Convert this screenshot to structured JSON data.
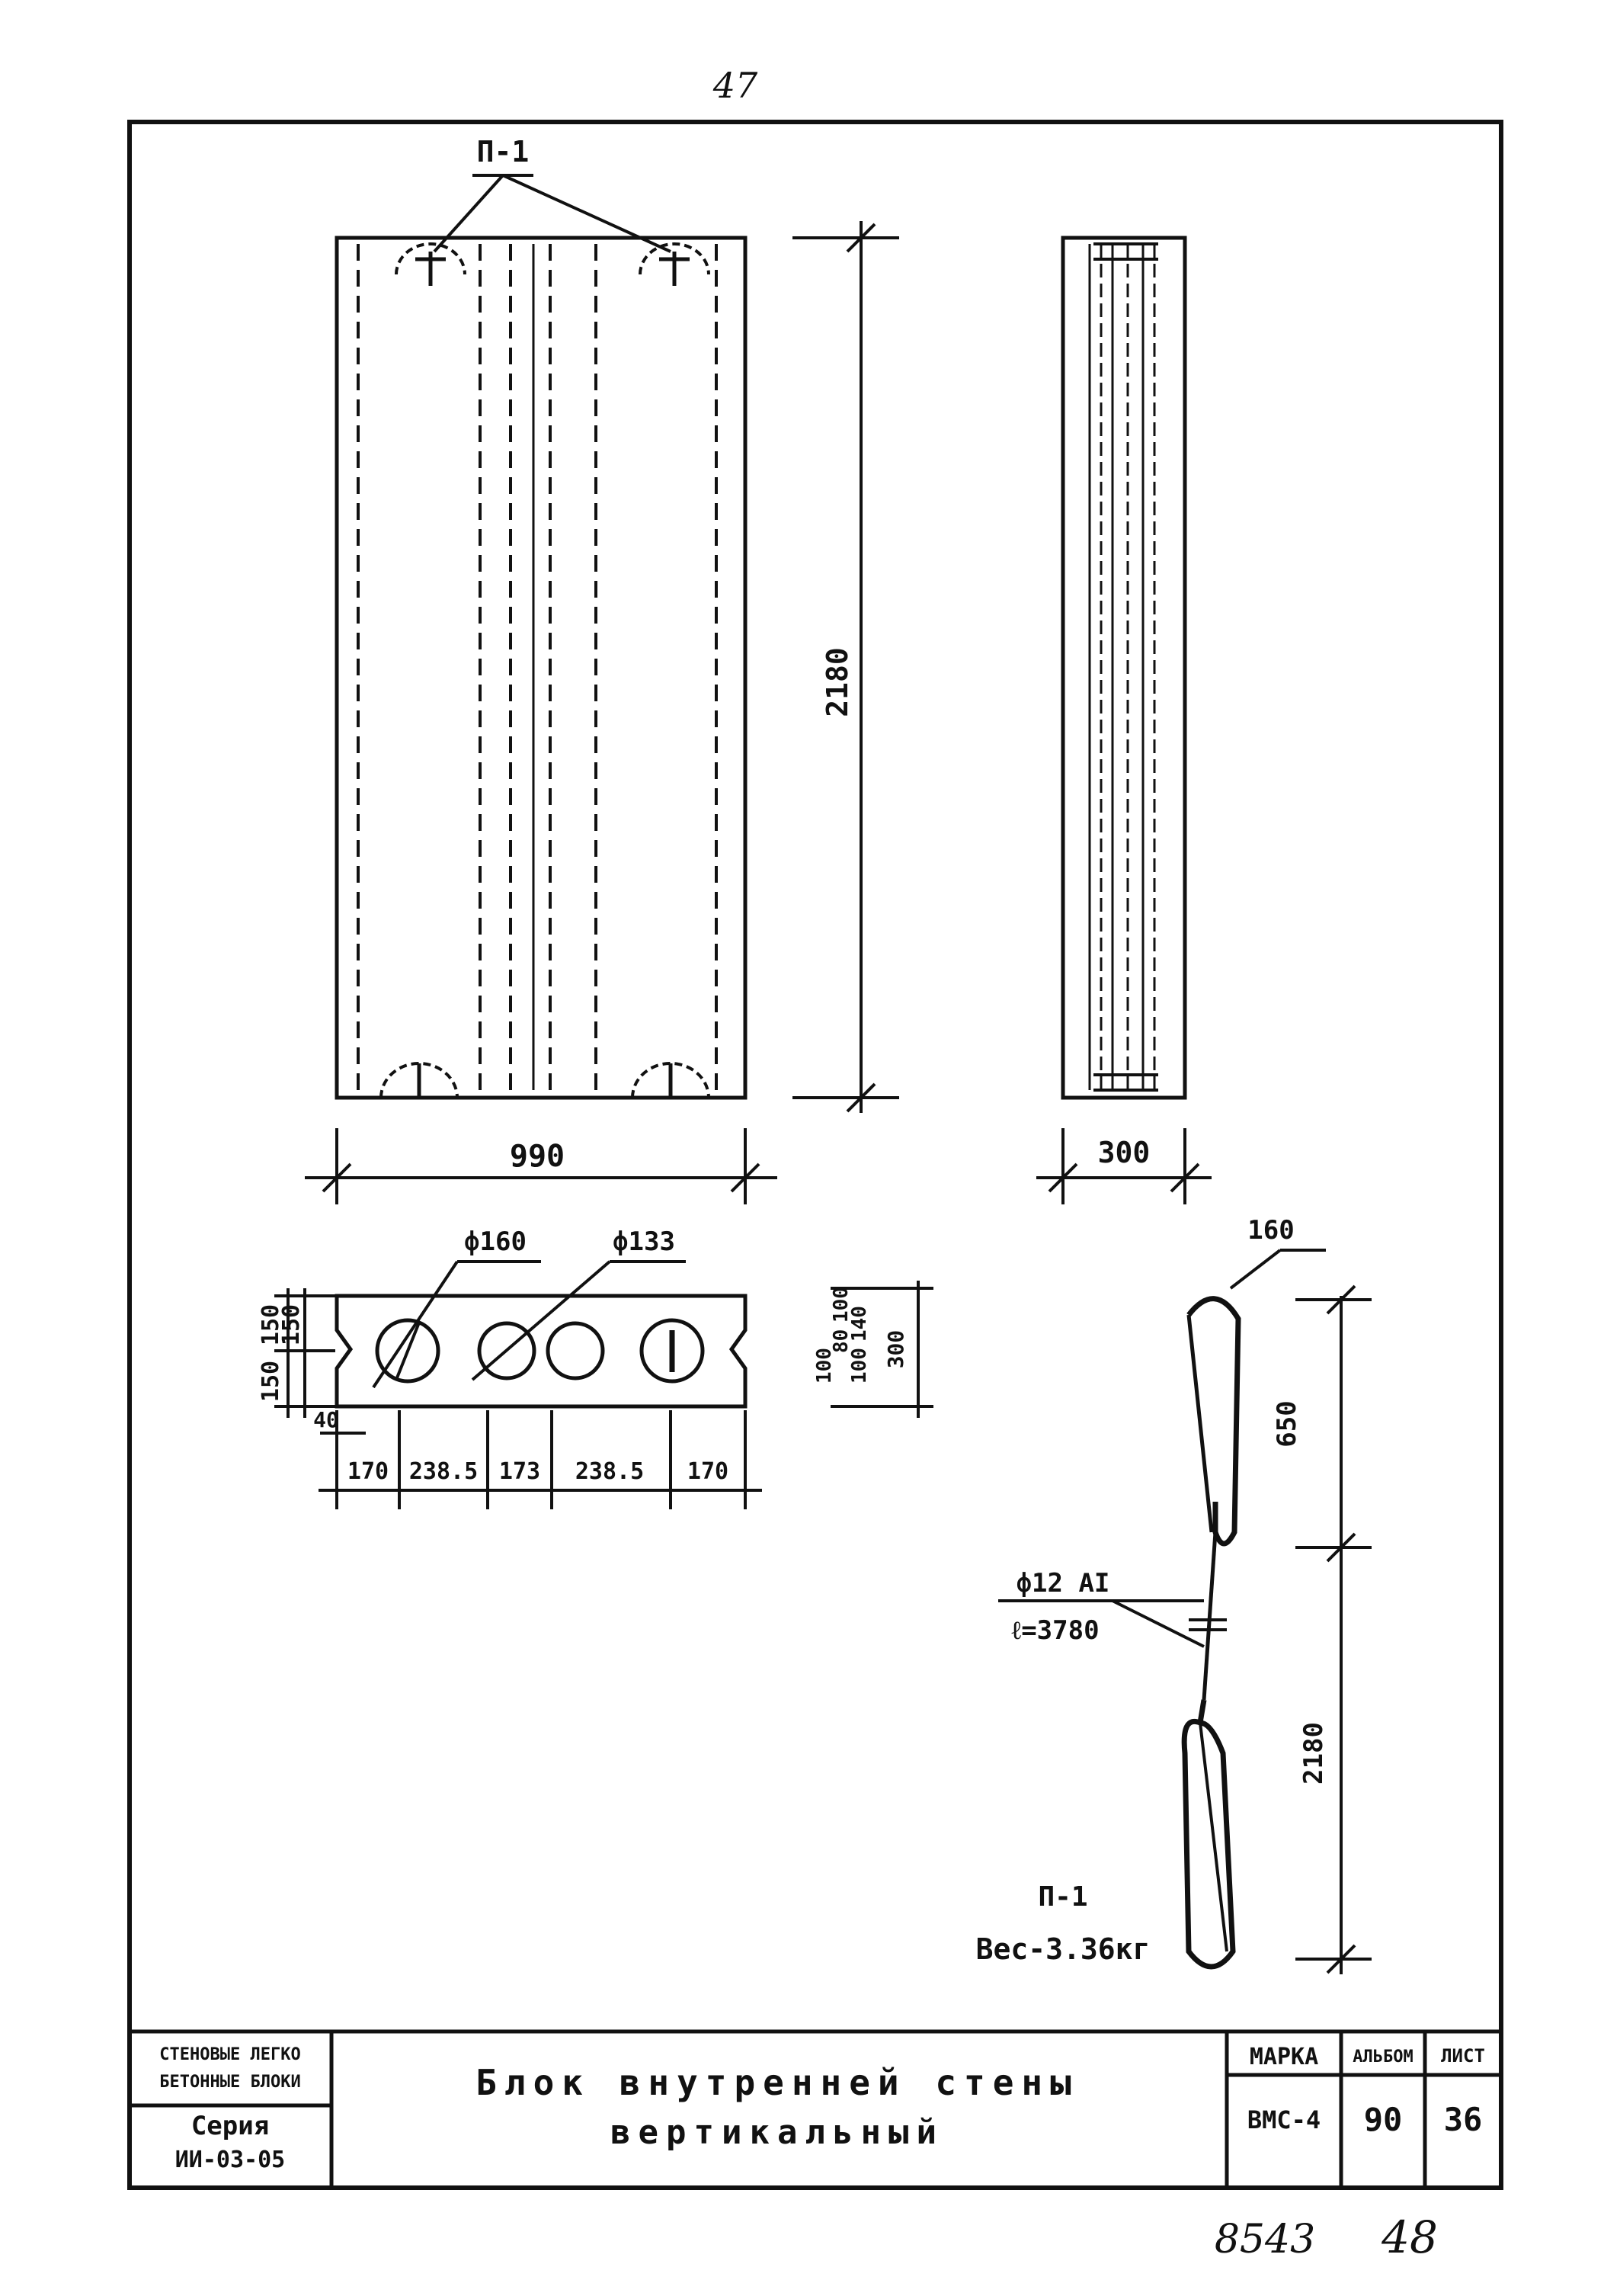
{
  "page_number_top": "47",
  "panel": {
    "callout_mark": "П-1",
    "height_dim": "2180",
    "width_dim": "990",
    "side_width_dim": "300"
  },
  "section": {
    "hole_large": "ф160",
    "hole_small": "ф133",
    "left_dim_top": "150",
    "left_dim_mid": "150",
    "left_dim_bot": "150",
    "left_dim_40": "40",
    "bottom_dims": [
      "170",
      "238.5",
      "173",
      "238.5",
      "170"
    ],
    "right_dims_a": "100",
    "right_dims_b": "80",
    "right_dims_c": "100",
    "right_dims_d": "100",
    "right_dims_e": "140",
    "right_dims_total": "300"
  },
  "loop": {
    "top_width": "160",
    "loop_height": "650",
    "total_height": "2180",
    "bar_spec": "ф12 АI",
    "bar_length": "ℓ=3780",
    "mark": "П-1",
    "weight": "Вес-3.36кг"
  },
  "title_block": {
    "category_line1": "СТЕНОВЫЕ ЛЕГКО",
    "category_line2": "БЕТОННЫЕ БЛОКИ",
    "series_label": "Серия",
    "series_value": "ИИ-03-05",
    "title_line1": "Блок внутренней стены",
    "title_line2": "вертикальный",
    "mark_header": "МАРКА",
    "album_header": "АЛЬБОМ",
    "sheet_header": "ЛИСТ",
    "mark_value": "ВМС-4",
    "album_value": "90",
    "sheet_value": "36"
  },
  "handwritten": {
    "left": "8543",
    "right": "48"
  }
}
